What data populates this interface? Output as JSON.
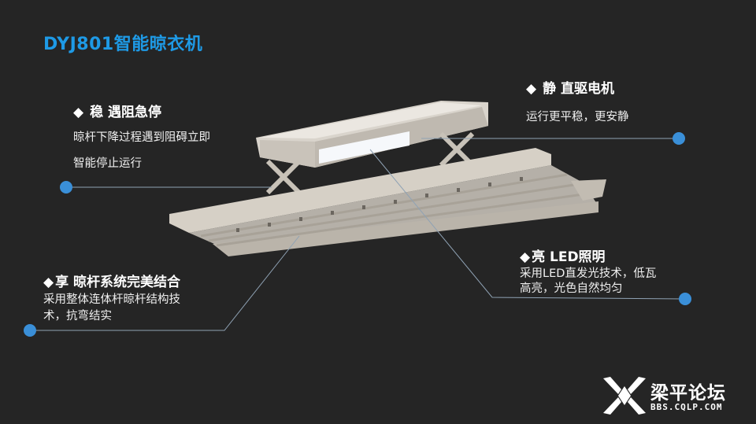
{
  "title": "DYJ801智能晾衣机",
  "callouts": {
    "stable": {
      "heading": "稳 遇阻急停",
      "lines": [
        "晾杆下降过程遇到阻碍立即",
        "智能停止运行"
      ]
    },
    "quiet": {
      "heading": "静 直驱电机",
      "lines": [
        "运行更平稳，更安静"
      ]
    },
    "bright": {
      "heading": "亮  LED照明",
      "lines": [
        "采用LED直发光技术，低瓦",
        "高亮，光色自然均匀"
      ]
    },
    "enjoy": {
      "heading": "享 晾杆系统完美结合",
      "lines": [
        "采用整体连体杆晾杆结构技",
        "术，抗弯结实"
      ]
    }
  },
  "diamond": "◆",
  "watermark": {
    "name": "梁平论坛",
    "url": "BBS.CQLP.COM"
  },
  "colors": {
    "background": "#252525",
    "title": "#1e9ae6",
    "dot": "#3a8fd8",
    "line": "#8fa2b4"
  }
}
